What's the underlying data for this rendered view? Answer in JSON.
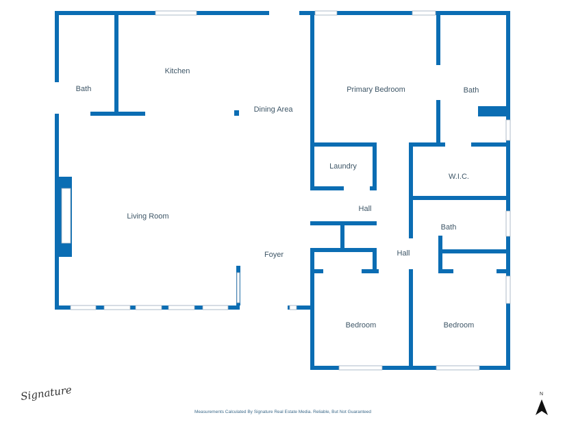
{
  "rooms": {
    "bath_left": "Bath",
    "kitchen": "Kitchen",
    "dining": "Dining Area",
    "primary_bedroom": "Primary Bedroom",
    "bath_primary": "Bath",
    "laundry": "Laundry",
    "wic": "W.I.C.",
    "living_room": "Living Room",
    "hall_upper": "Hall",
    "bath_hall": "Bath",
    "foyer": "Foyer",
    "hall_lower": "Hall",
    "bedroom_left": "Bedroom",
    "bedroom_right": "Bedroom"
  },
  "footer": {
    "note": "Measurements Calculated By Signature Real Estate Media. Reliable, But Not Guaranteed",
    "logo_text": "Signature",
    "north_label": "N"
  },
  "colors": {
    "wall": "#0b6db3",
    "text": "#3d5566"
  }
}
